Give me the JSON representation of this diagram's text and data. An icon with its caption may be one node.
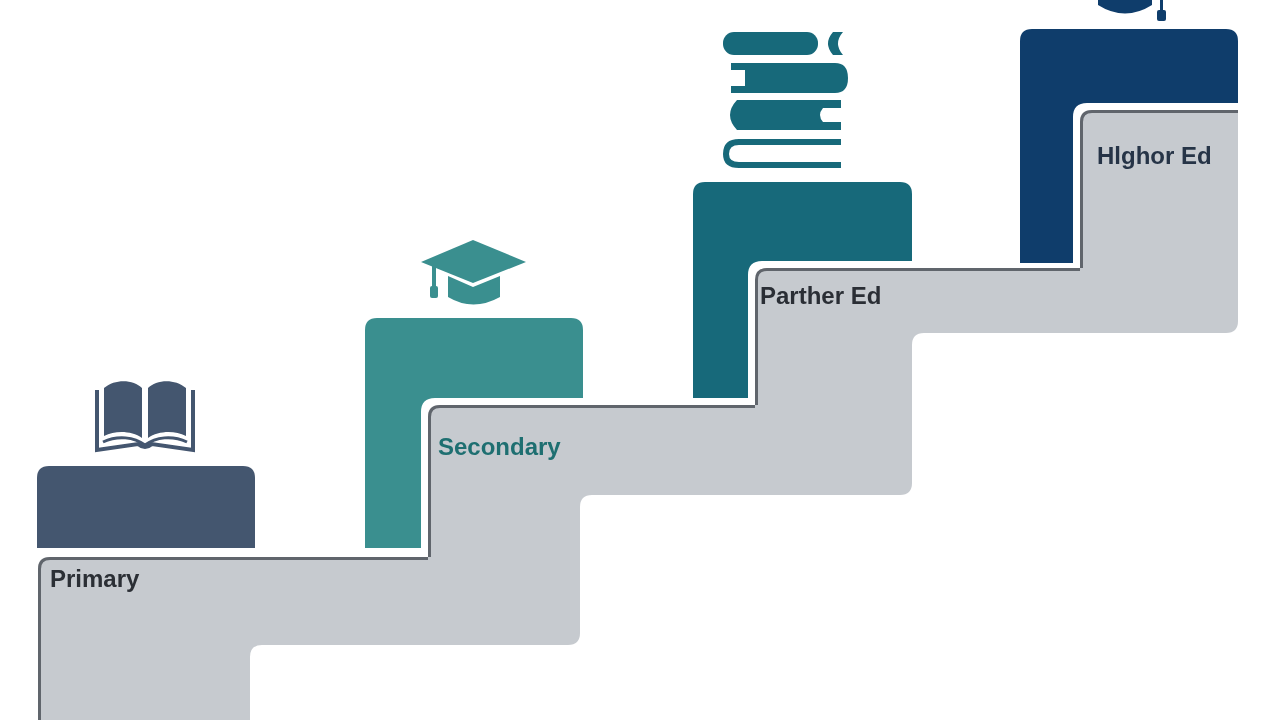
{
  "diagram": {
    "nodes": [
      {
        "text": [],
        "shape": "box"
      },
      {
        "text": [
          "Primary"
        ]
      },
      {
        "text": [],
        "shape": "box"
      },
      {
        "text": [
          "Secondary"
        ]
      },
      {
        "text": [],
        "shape": "box"
      },
      {
        "text": [
          "Parther Ed"
        ]
      },
      {
        "text": [],
        "shape": "box"
      },
      {
        "text": [
          "Hlghor Ed"
        ]
      }
    ]
  }
}
